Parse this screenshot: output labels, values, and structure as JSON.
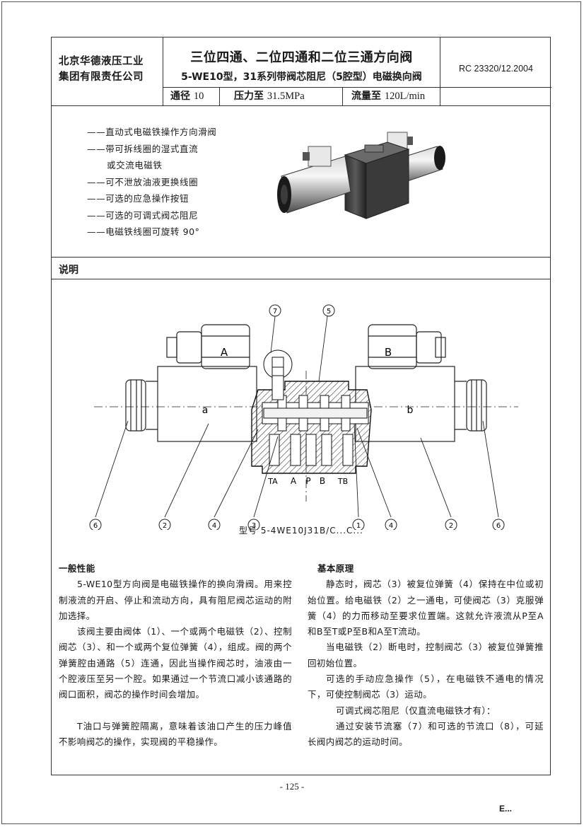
{
  "header": {
    "company_line1": "北京华德液压工业",
    "company_line2": "集团有限责任公司",
    "title_main": "三位四通、二位四通和二位三通方向阀",
    "title_sub": "5-WE10型，31系列带阀芯阻尼（5腔型）电磁换向阀",
    "doc_number": "RC 23320/12.2004"
  },
  "specs": {
    "bore_label": "通径",
    "bore_value": "10",
    "pressure_label": "压力至",
    "pressure_value": "31.5MPa",
    "flow_label": "流量至",
    "flow_value": "120L/min"
  },
  "features": [
    "——直动式电磁铁操作方向滑阀",
    "——带可拆线圈的湿式直流",
    "或交流电磁铁",
    "——可不泄放油液更换线圈",
    "——可选的应急操作按钮",
    "——可选的可调式阀芯阻尼",
    "——电磁铁线圈可旋转 90°"
  ],
  "section_title": "说明",
  "drawing": {
    "solenoid_a": "A",
    "solenoid_b": "B",
    "end_a": "a",
    "end_b": "b",
    "port_ta": "TA",
    "port_a": "A",
    "port_p": "P",
    "port_b": "B",
    "port_tb": "TB",
    "callout_7": "7",
    "callout_5": "5",
    "callout_6l": "6",
    "callout_2l": "2",
    "callout_4l": "4",
    "callout_3": "3",
    "callout_1": "1",
    "callout_4r": "4",
    "callout_2r": "2",
    "callout_6r": "6",
    "caption": "型号 5-4WE10J31B/C...C..."
  },
  "left_column": {
    "heading": "一般性能",
    "p1": "5-WE10型方向阀是电磁铁操作的换向滑阀。用来控制液流的开启、停止和流动方向，具有阻尼阀芯运动的附加选择。",
    "p2": "该阀主要由阀体（1）、一个或两个电磁铁（2）、控制阀芯（3）、和一个或两个复位弹簧（4），组成。阀的两个弹簧腔由通路（5）连通，因此当操作阀芯时，油液由一个腔液压至另一个腔。如果通过一个节流口减小该通路的阀口面积，阀芯的操作时间会增加。",
    "p3": "T油口与弹簧腔隔离，意味着该油口产生的压力峰值不影响阀芯的操作，实现阀的平稳操作。"
  },
  "right_column": {
    "heading": "基本原理",
    "p1": "静态时，阀芯（3）被复位弹簧（4）保持在中位或初始位置。给电磁铁（2）之一通电，可使阀芯（3）克服弹簧（4）的力而移动至要求位置端。这就允许液流从P至A和B至T或P至B和A至T流动。",
    "p2": "当电磁铁（2）断电时，控制阀芯（3）被复位弹簧推回初始位置。",
    "p3": "可选的手动应急操作（5），在电磁铁不通电的情况下，可使控制阀芯（3）运动。",
    "p4": "可调式阀芯阻尼（仅直流电磁铁才有）：",
    "p5": "通过安装节流塞（7）和可选的节流口（8），可延长阀内阀芯的运动时间。"
  },
  "footer": {
    "page_number": "- 125 -",
    "mark": "E..."
  }
}
